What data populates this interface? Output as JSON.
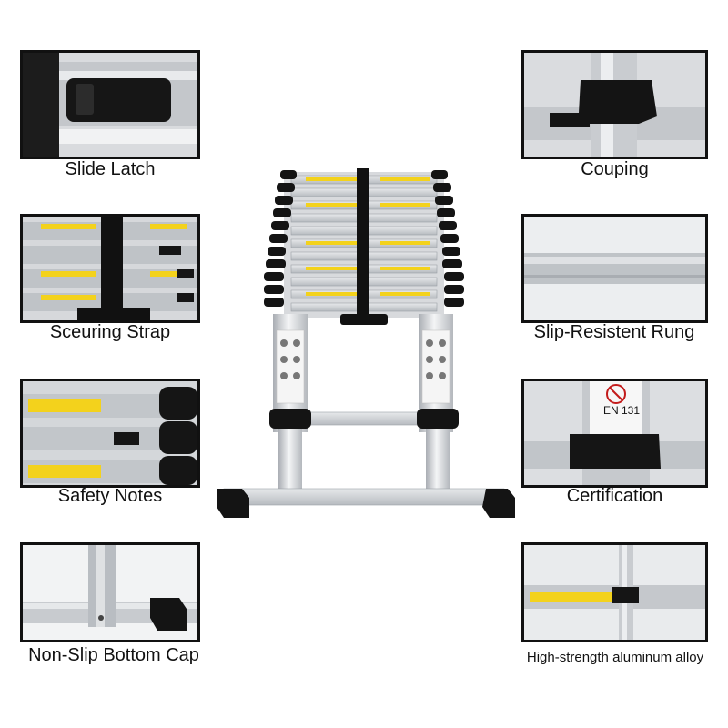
{
  "captions": {
    "slide_latch": "Slide Latch",
    "couping": "Couping",
    "securing_strap": "Sceuring Strap",
    "slip_resistent_rung": "Slip-Resistent Rung",
    "safety_notes": "Safety Notes",
    "certification": "Certification",
    "non_slip_bottom_cap": "Non-Slip Bottom Cap",
    "aluminum_alloy": "High-strength aluminum alloy"
  },
  "certification_label": "EN 131",
  "colors": {
    "aluminum": "#c9ccd0",
    "black_plastic": "#151515",
    "warning_yellow": "#f3d21c",
    "frame": "#111111"
  }
}
